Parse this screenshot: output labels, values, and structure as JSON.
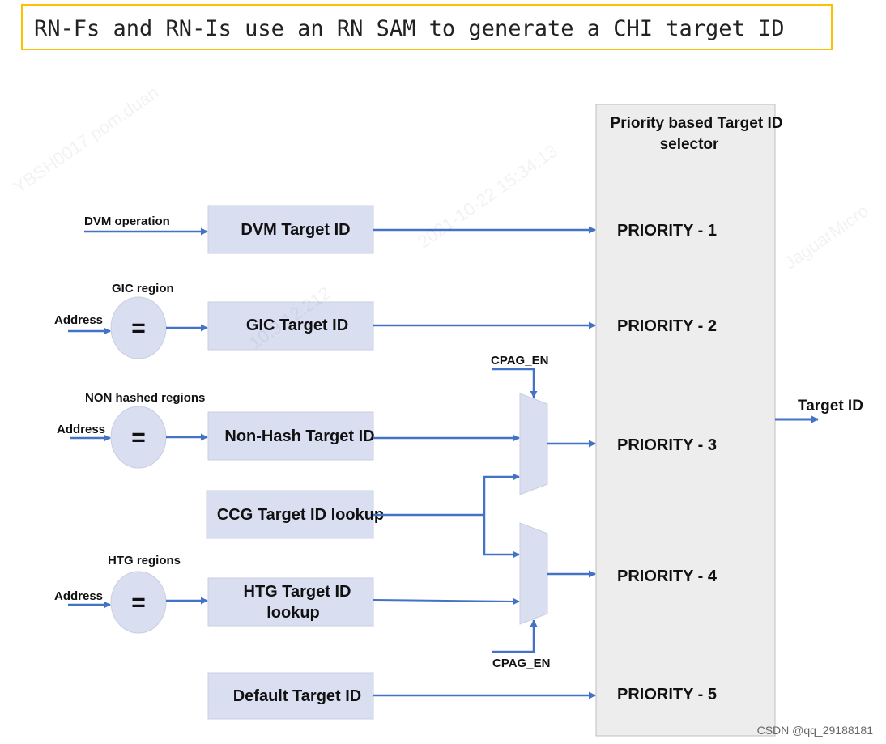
{
  "title": "RN-Fs and RN-Is use an RN SAM to generate a CHI target ID",
  "selector": {
    "title_line1": "Priority based Target ID",
    "title_line2": "selector",
    "priorities": [
      "PRIORITY - 1",
      "PRIORITY - 2",
      "PRIORITY - 3",
      "PRIORITY - 4",
      "PRIORITY - 5"
    ]
  },
  "output": {
    "label": "Target ID"
  },
  "inputs": {
    "dvm_operation": "DVM operation",
    "gic_region": "GIC region",
    "non_hashed_regions": "NON hashed regions",
    "htg_regions": "HTG regions",
    "address": "Address",
    "equals": "="
  },
  "boxes": {
    "dvm_target": "DVM Target ID",
    "gic_target": "GIC Target ID",
    "nonhash_target": "Non-Hash Target ID",
    "ccg_lookup": "CCG Target ID lookup",
    "htg_line1": "HTG Target ID",
    "htg_line2": "lookup",
    "default_target": "Default Target ID"
  },
  "mux": {
    "cpag_en": "CPAG_EN"
  },
  "watermarks": [
    "YBSH0017 pom.duan",
    "2021-10-22 15:34:13",
    "10.9.12.212",
    "JaguarMicro"
  ],
  "credit": "CSDN @qq_29188181",
  "colors": {
    "arrow": "#4472C4",
    "box_fill": "#D9DFF1",
    "selector_fill": "#EDEDED",
    "title_border": "#FFC000"
  }
}
